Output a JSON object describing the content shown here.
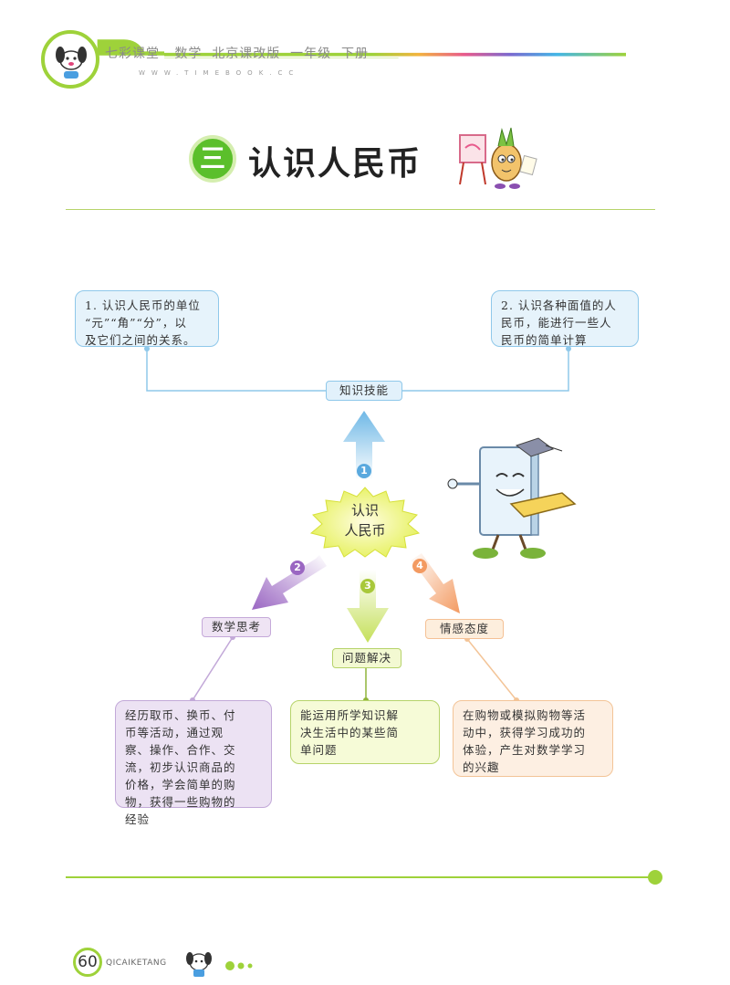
{
  "header": {
    "title": "七彩课堂   数学  北京课改版  一年级  下册",
    "url": "WWW.TIMEBOOK.CC"
  },
  "chapter": {
    "badge": "三",
    "title": "认识人民币"
  },
  "mindmap": {
    "center": [
      "认识",
      "人民币"
    ],
    "branches": [
      {
        "num": "1",
        "label": "知识技能",
        "color": "#8fc8ea"
      },
      {
        "num": "2",
        "label": "数学思考",
        "color": "#a877c8"
      },
      {
        "num": "3",
        "label": "问题解决",
        "color": "#c5e05a"
      },
      {
        "num": "4",
        "label": "情感态度",
        "color": "#f39a61"
      }
    ],
    "knowledge_items": [
      [
        "1. 认识人民币的单位",
        "“元”“角”“分”，以",
        "及它们之间的关系。"
      ],
      [
        "2. 认识各种面值的人",
        "民币，能进行一些人",
        "民币的简单计算"
      ]
    ],
    "thinking_text": [
      "经历取币、换币、付",
      "币等活动，通过观",
      "察、操作、合作、交",
      "流，初步认识商品的",
      "价格，学会简单的购",
      "物，获得一些购物的",
      "经验"
    ],
    "problem_text": [
      "能运用所学知识解",
      "决生活中的某些简",
      "单问题"
    ],
    "attitude_text": [
      "在购物或模拟购物等活",
      "动中，获得学习成功的",
      "体验，产生对数学学习",
      "的兴趣"
    ]
  },
  "footer": {
    "page": "60",
    "brand": "QICAIKETANG"
  }
}
